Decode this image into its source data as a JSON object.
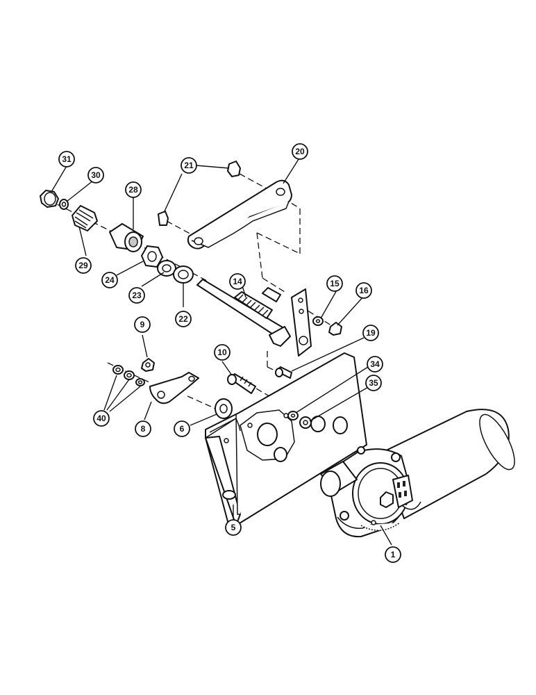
{
  "callouts": [
    {
      "id": "31",
      "label": "31"
    },
    {
      "id": "30",
      "label": "30"
    },
    {
      "id": "28",
      "label": "28"
    },
    {
      "id": "21",
      "label": "21"
    },
    {
      "id": "20",
      "label": "20"
    },
    {
      "id": "29",
      "label": "29"
    },
    {
      "id": "24",
      "label": "24"
    },
    {
      "id": "23",
      "label": "23"
    },
    {
      "id": "22",
      "label": "22"
    },
    {
      "id": "14",
      "label": "14"
    },
    {
      "id": "15",
      "label": "15"
    },
    {
      "id": "16",
      "label": "16"
    },
    {
      "id": "19",
      "label": "19"
    },
    {
      "id": "9",
      "label": "9"
    },
    {
      "id": "10",
      "label": "10"
    },
    {
      "id": "34",
      "label": "34"
    },
    {
      "id": "35",
      "label": "35"
    },
    {
      "id": "40",
      "label": "40"
    },
    {
      "id": "8",
      "label": "8"
    },
    {
      "id": "6",
      "label": "6"
    },
    {
      "id": "5",
      "label": "5"
    },
    {
      "id": "1",
      "label": "1"
    }
  ]
}
